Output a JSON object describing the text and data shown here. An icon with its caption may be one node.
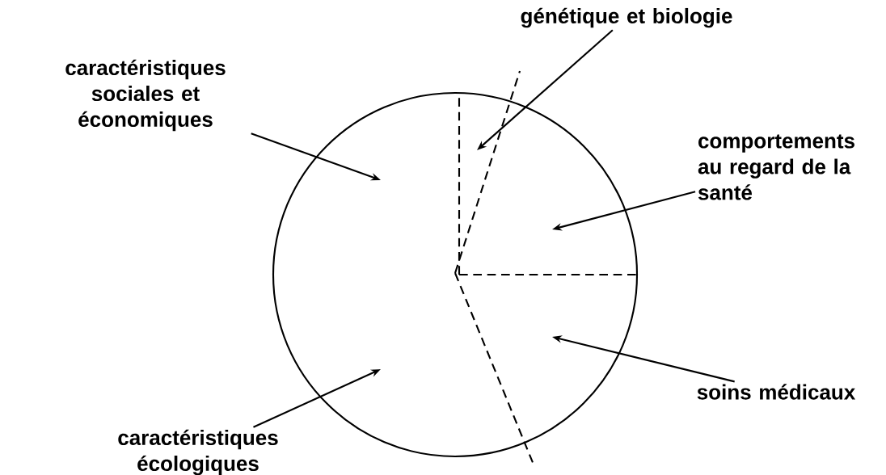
{
  "diagram": {
    "nodes": [
      {
        "text": [
          "génétique et biologie"
        ]
      },
      {
        "text": [
          "caractéristiques sociales et économiques"
        ]
      },
      {
        "text": [
          "comportements au regard de la santé"
        ]
      },
      {
        "text": [
          "soins médicaux"
        ]
      },
      {
        "text": [
          "caractéristiques écologiques"
        ]
      }
    ],
    "edges": [
      {
        "from": 0,
        "to": null,
        "arrow": "to"
      },
      {
        "from": 1,
        "to": null,
        "arrow": "to"
      },
      {
        "from": 2,
        "to": null,
        "arrow": "to"
      },
      {
        "from": 3,
        "to": null,
        "arrow": "to"
      },
      {
        "from": 4,
        "to": null,
        "arrow": "to"
      }
    ]
  }
}
